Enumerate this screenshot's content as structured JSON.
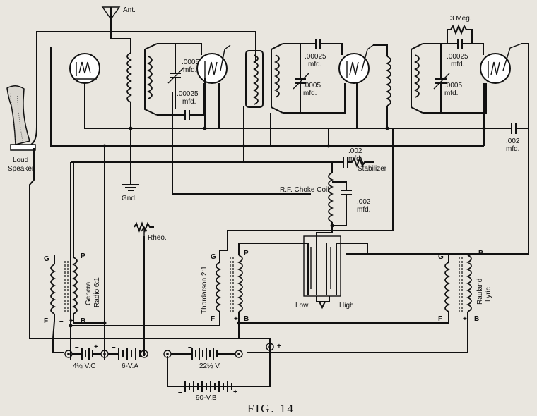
{
  "labels": {
    "antenna": "Ant.",
    "loudspeaker_line1": "Loud",
    "loudspeaker_line2": "Speaker",
    "ground": "Gnd.",
    "rheostat": "Rheo.",
    "cap1_value": ".0005",
    "cap1_unit": "mfd.",
    "cap2_value": ".00025",
    "cap2_unit": "mfd.",
    "cap3_value": ".00025",
    "cap3_unit": "mfd.",
    "cap4_value": ".0005",
    "cap4_unit": "mfd.",
    "resistor_3meg": "3 Meg.",
    "cap5_value": ".00025",
    "cap5_unit": "mfd.",
    "cap6_value": ".0005",
    "cap6_unit": "mfd.",
    "cap7_value": ".002",
    "cap7_unit": "mfd.",
    "cap8_value": ".002",
    "cap8_unit": "mfd.",
    "stabilizer": "Stabilizer",
    "choke_coil": "R.F. Choke Coil",
    "cap9_value": ".002",
    "cap9_unit": "mfd.",
    "transformer1_name": "General",
    "transformer1_ratio": "Radio 6:1",
    "transformer2_name": "Thordarson 2:1",
    "transformer3_name": "Rauland",
    "transformer3_sub": "Lyric",
    "terminal_g": "G",
    "terminal_p": "P",
    "terminal_f": "F",
    "terminal_b": "B",
    "minus": "–",
    "plus": "+",
    "switch_low": "Low",
    "switch_high": "High",
    "battery_c": "4½ V.C",
    "battery_a": "6-V.A",
    "battery_b1": "22½ V.",
    "battery_b2": "90-V.B",
    "figure_caption": "FIG. 14"
  }
}
